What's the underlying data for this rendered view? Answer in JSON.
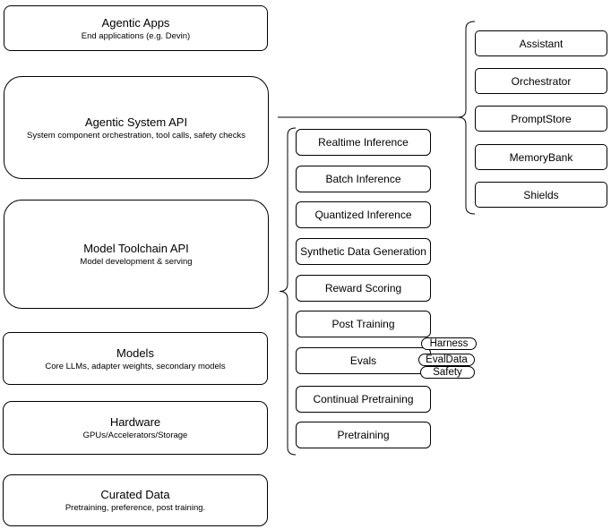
{
  "diagram": {
    "left_stack": [
      {
        "title": "Agentic Apps",
        "subtitle": "End applications (e.g. Devin)"
      },
      {
        "title": "Agentic System API",
        "subtitle": "System component orchestration, tool calls, safety checks"
      },
      {
        "title": "Model Toolchain API",
        "subtitle": "Model development & serving"
      },
      {
        "title": "Models",
        "subtitle": "Core LLMs, adapter weights, secondary models"
      },
      {
        "title": "Hardware",
        "subtitle": "GPUs/Accelerators/Storage"
      },
      {
        "title": "Curated Data",
        "subtitle": "Pretraining, preference, post training."
      }
    ],
    "toolchain_items": [
      "Realtime Inference",
      "Batch Inference",
      "Quantized Inference",
      "Synthetic Data Generation",
      "Reward Scoring",
      "Post Training",
      "Evals",
      "Continual Pretraining",
      "Pretraining"
    ],
    "eval_tags": [
      "Harness",
      "EvalData",
      "Safety"
    ],
    "system_components": [
      "Assistant",
      "Orchestrator",
      "PromptStore",
      "MemoryBank",
      "Shields"
    ],
    "colors": {
      "stroke": "#000000",
      "fill": "#ffffff",
      "text": "#000000",
      "background": "#ffffff"
    }
  }
}
